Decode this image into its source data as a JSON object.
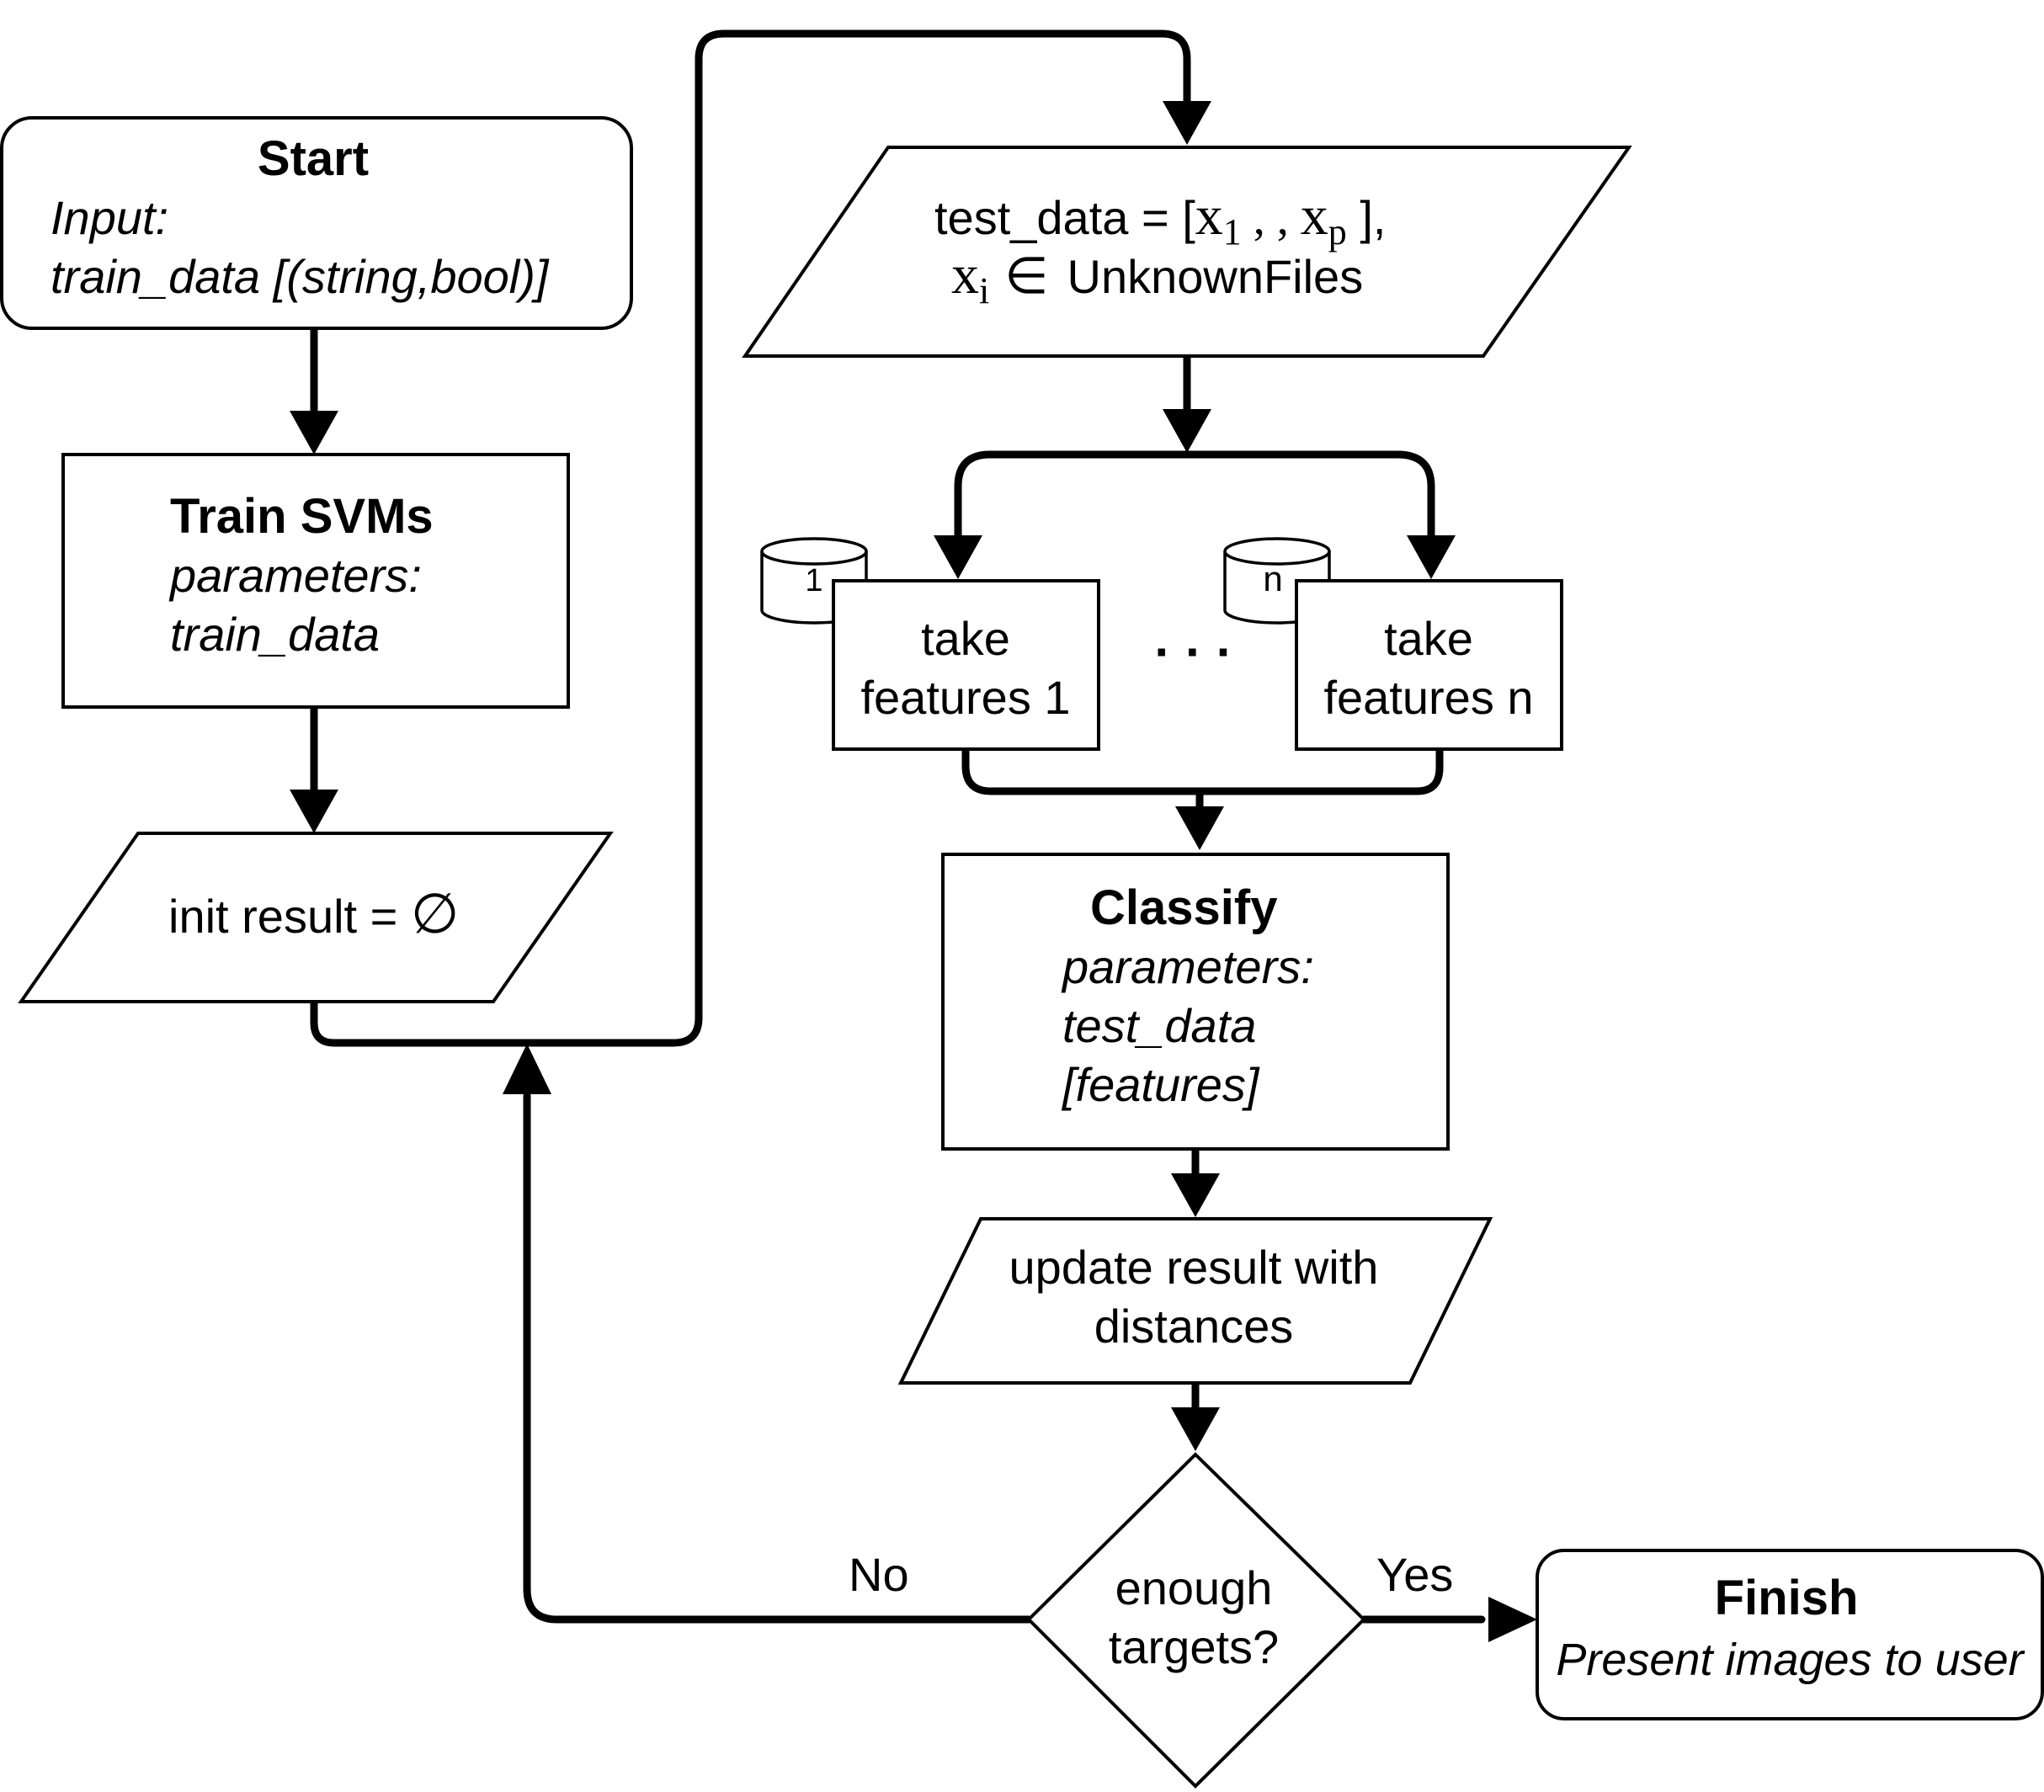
{
  "start": {
    "title": "Start",
    "line1": "Input:",
    "line2": "train_data [(string,bool)]"
  },
  "train": {
    "title": "Train SVMs",
    "line1": "parameters:",
    "line2": "train_data"
  },
  "init": {
    "text": "init result = ",
    "symbol": "∅"
  },
  "test_data": {
    "prefix": "test_data = [",
    "x1": "x",
    "x1_sub": "1",
    "sep": " , , ",
    "xp": "x",
    "xp_sub": "p",
    "suffix": " ],",
    "xi": "x",
    "xi_sub": "i",
    "elem": "∈",
    "set": "UnknownFiles"
  },
  "feature1": {
    "db_label": "1",
    "line1": "take",
    "line2": "features 1"
  },
  "ellipsis": "· · ·",
  "featuren": {
    "db_label": "n",
    "line1": "take",
    "line2": "features n"
  },
  "classify": {
    "title": "Classify",
    "line1": "parameters:",
    "line2": "test_data",
    "line3": "[features]"
  },
  "update": {
    "line1": "update result with",
    "line2": "distances"
  },
  "decision": {
    "line1": "enough",
    "line2": "targets?"
  },
  "no_label": "No",
  "yes_label": "Yes",
  "finish": {
    "title": "Finish",
    "line1": "Present images to user"
  },
  "colors": {
    "stroke": "#000000",
    "fill": "#ffffff"
  }
}
